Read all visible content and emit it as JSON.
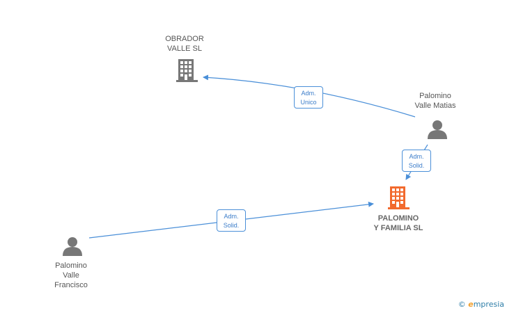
{
  "colors": {
    "edge": "#4a8fd8",
    "company_icon": "#777777",
    "company_icon_highlight": "#f26a2e",
    "person_icon": "#777777"
  },
  "nodes": {
    "obrador": {
      "line1": "OBRADOR",
      "line2": "VALLE SL",
      "icon": "building-icon"
    },
    "matias": {
      "line1": "Palomino",
      "line2": "Valle Matias",
      "icon": "person-icon"
    },
    "familia": {
      "line1": "PALOMINO",
      "line2": "Y FAMILIA SL",
      "icon": "building-icon"
    },
    "francisco": {
      "line1": "Palomino",
      "line2": "Valle",
      "line3": "Francisco",
      "icon": "person-icon"
    }
  },
  "edges": {
    "matias_obrador": {
      "line1": "Adm.",
      "line2": "Unico"
    },
    "matias_familia": {
      "line1": "Adm.",
      "line2": "Solid."
    },
    "francisco_familia": {
      "line1": "Adm.",
      "line2": "Solid."
    }
  },
  "brand": {
    "copyright": "©",
    "initial": "e",
    "rest": "mpresia"
  }
}
